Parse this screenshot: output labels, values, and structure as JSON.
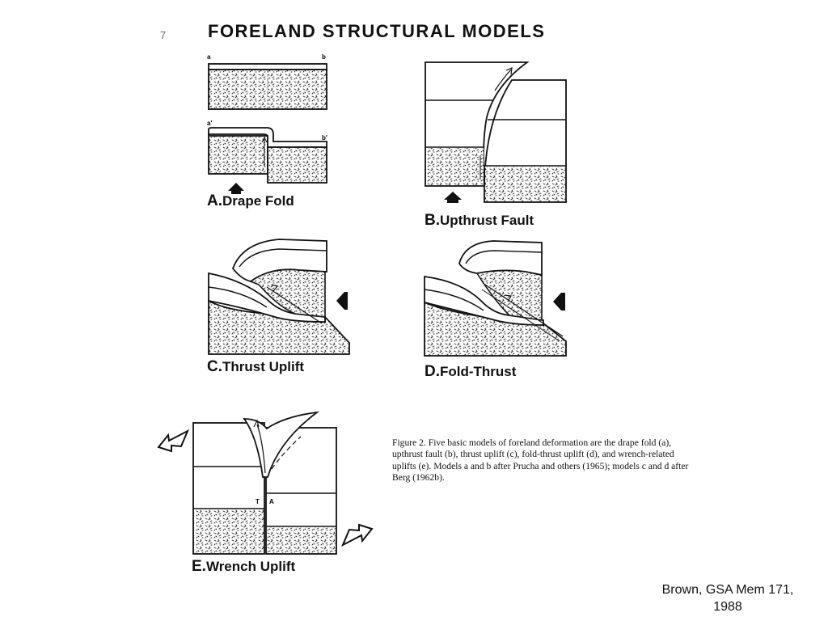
{
  "title": "FORELAND STRUCTURAL MODELS",
  "page_mark": "7",
  "panels": {
    "a": {
      "letter": "A.",
      "name": "Drape Fold",
      "point_a": "a",
      "point_b": "b",
      "point_a2": "a'",
      "point_b2": "b'"
    },
    "b": {
      "letter": "B.",
      "name": "Upthrust Fault"
    },
    "c": {
      "letter": "C.",
      "name": "Thrust Uplift"
    },
    "d": {
      "letter": "D.",
      "name": "Fold-Thrust"
    },
    "e": {
      "letter": "E.",
      "name": "Wrench Uplift",
      "marker_t": "T",
      "marker_a": "A"
    }
  },
  "caption": "Figure 2. Five basic models of foreland deformation are the drape fold (a), upthrust fault (b), thrust uplift (c), fold-thrust uplift (d), and wrench-related uplifts (e). Models a and b after Prucha and others (1965); models c and d after Berg (1962b).",
  "credit": {
    "line1": "Brown, GSA Mem 171,",
    "line2": "1988"
  }
}
